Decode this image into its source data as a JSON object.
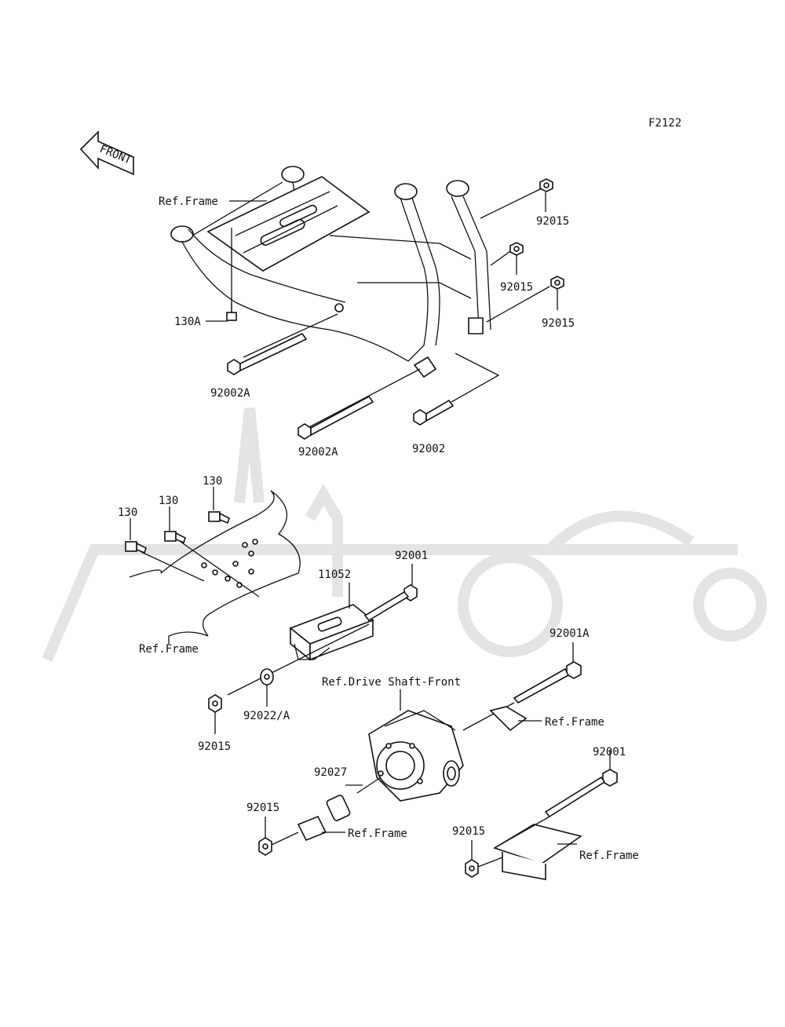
{
  "diagram_code": "F2122",
  "front_arrow": "FRONT",
  "labels": {
    "ref_frame_top": "Ref.Frame",
    "p130A": "130A",
    "p92002A_left": "92002A",
    "p92002A_mid": "92002A",
    "p92002": "92002",
    "p92015_a": "92015",
    "p92015_b": "92015",
    "p92015_c": "92015",
    "p130_a": "130",
    "p130_b": "130",
    "p130_c": "130",
    "ref_frame_mid": "Ref.Frame",
    "p11052": "11052",
    "p92001_top": "92001",
    "p92022A": "92022/A",
    "p92015_d": "92015",
    "p92001A": "92001A",
    "ref_drive_shaft": "Ref.Drive Shaft-Front",
    "ref_frame_right": "Ref.Frame",
    "p92027": "92027",
    "p92015_e": "92015",
    "ref_frame_bottom": "Ref.Frame",
    "p92015_f": "92015",
    "p92001_bottom": "92001",
    "ref_frame_bottom_right": "Ref.Frame"
  }
}
